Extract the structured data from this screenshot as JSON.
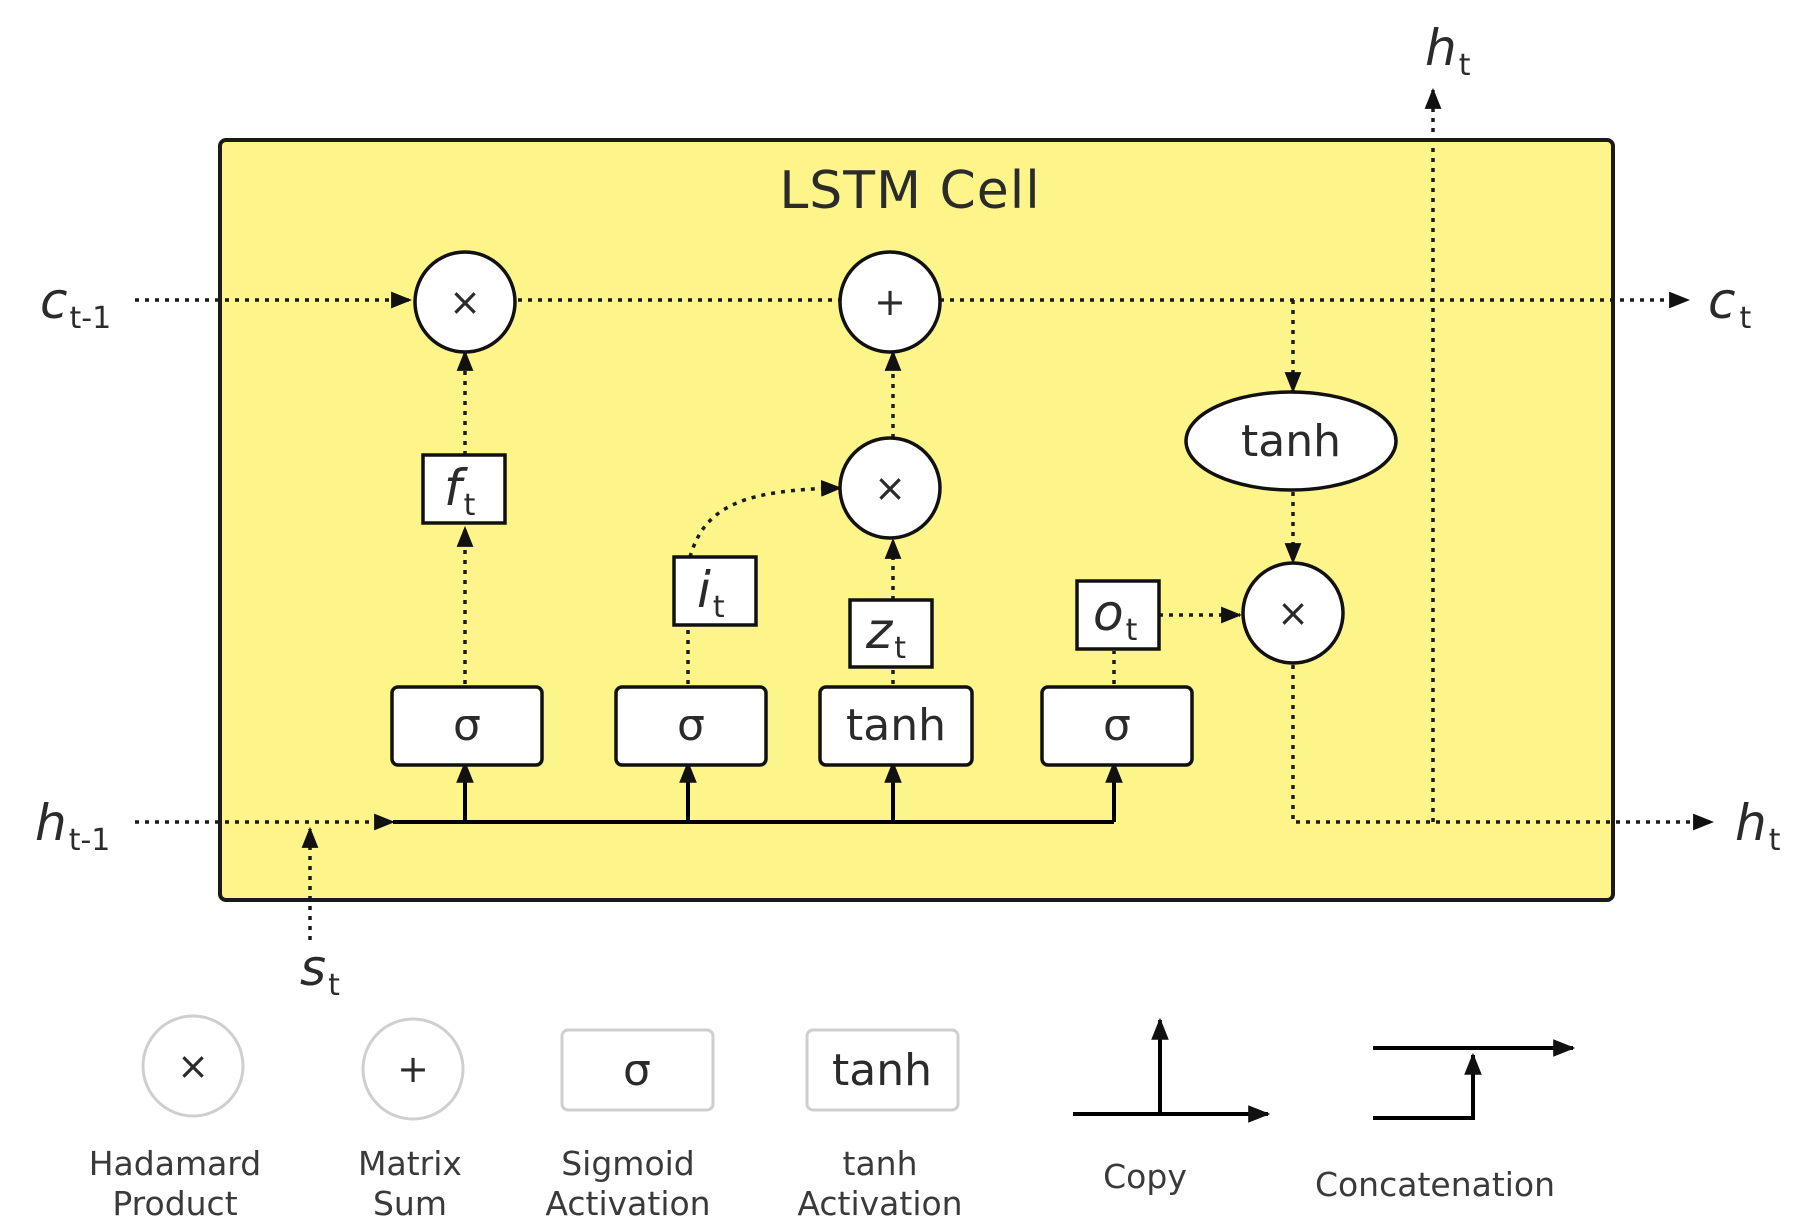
{
  "title": "LSTM Cell",
  "inputs": {
    "c_prev": {
      "main": "c",
      "sub": "t-1"
    },
    "h_prev": {
      "main": "h",
      "sub": "t-1"
    },
    "s": {
      "main": "s",
      "sub": "t"
    }
  },
  "outputs": {
    "c": {
      "main": "c",
      "sub": "t"
    },
    "h_right": {
      "main": "h",
      "sub": "t"
    },
    "h_top": {
      "main": "h",
      "sub": "t"
    }
  },
  "gates": {
    "f": {
      "main": "f",
      "sub": "t"
    },
    "i": {
      "main": "i",
      "sub": "t"
    },
    "z": {
      "main": "z",
      "sub": "t"
    },
    "o": {
      "main": "o",
      "sub": "t"
    }
  },
  "ops": {
    "times": "×",
    "plus": "+",
    "sigma": "σ",
    "tanh": "tanh"
  },
  "legend": {
    "hadamard": {
      "symbol": "×",
      "line1": "Hadamard",
      "line2": "Product"
    },
    "matrix_sum": {
      "symbol": "+",
      "line1": "Matrix",
      "line2": "Sum"
    },
    "sigmoid": {
      "symbol": "σ",
      "line1": "Sigmoid",
      "line2": "Activation"
    },
    "tanh": {
      "symbol": "tanh",
      "line1": "tanh",
      "line2": "Activation"
    },
    "copy": {
      "label": "Copy"
    },
    "concat": {
      "label": "Concatenation"
    }
  },
  "colors": {
    "cell_fill": "#fdf58a",
    "cell_stroke": "#1a1a1a"
  }
}
